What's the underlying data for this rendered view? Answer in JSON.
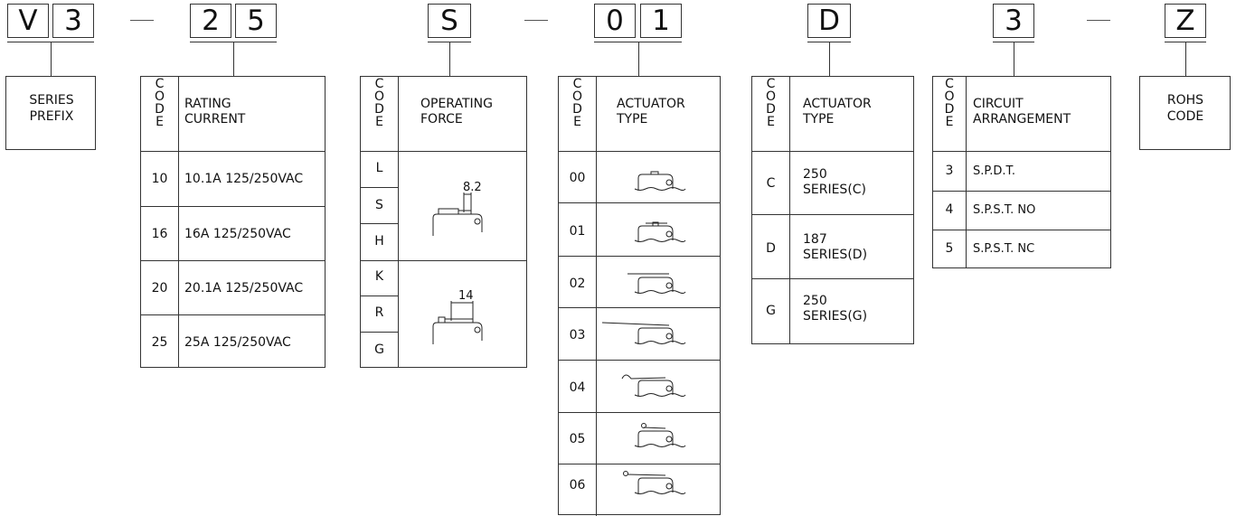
{
  "code_chars": {
    "g1": [
      "V",
      "3"
    ],
    "g2": [
      "2",
      "5"
    ],
    "g3": [
      "S"
    ],
    "g4": [
      "0",
      "1"
    ],
    "g5": [
      "D"
    ],
    "g6": [
      "3"
    ],
    "g7": [
      "Z"
    ]
  },
  "code_label_letters": [
    "C",
    "O",
    "D",
    "E"
  ],
  "series_prefix": {
    "line1": "SERIES",
    "line2": "PREFIX"
  },
  "rating_current": {
    "header": {
      "line1": "RATING",
      "line2": "CURRENT"
    },
    "rows": [
      {
        "code": "10",
        "value": "10.1A 125/250VAC"
      },
      {
        "code": "16",
        "value": "16A 125/250VAC"
      },
      {
        "code": "20",
        "value": "20.1A 125/250VAC"
      },
      {
        "code": "25",
        "value": "25A 125/250VAC"
      }
    ]
  },
  "operating_force": {
    "header": {
      "line1": "OPERATING",
      "line2": "FORCE"
    },
    "codes": [
      "L",
      "S",
      "H",
      "K",
      "R",
      "G"
    ],
    "dim1": "8.2",
    "dim2": "14"
  },
  "actuator_type": {
    "header": {
      "line1": "ACTUATOR",
      "line2": "TYPE"
    },
    "codes": [
      "00",
      "01",
      "02",
      "03",
      "04",
      "05",
      "06"
    ]
  },
  "terminal_type": {
    "header": {
      "line1": "ACTUATOR",
      "line2": "TYPE"
    },
    "rows": [
      {
        "code": "C",
        "line1": "250",
        "line2": "SERIES(C)"
      },
      {
        "code": "D",
        "line1": "187",
        "line2": "SERIES(D)"
      },
      {
        "code": "G",
        "line1": "250",
        "line2": "SERIES(G)"
      }
    ]
  },
  "circuit_arrangement": {
    "header": {
      "line1": "CIRCUIT",
      "line2": "ARRANGEMENT"
    },
    "rows": [
      {
        "code": "3",
        "value": "S.P.D.T."
      },
      {
        "code": "4",
        "value": "S.P.S.T.  NO"
      },
      {
        "code": "5",
        "value": "S.P.S.T.  NC"
      }
    ]
  },
  "rohs": {
    "line1": "ROHS",
    "line2": "CODE"
  }
}
